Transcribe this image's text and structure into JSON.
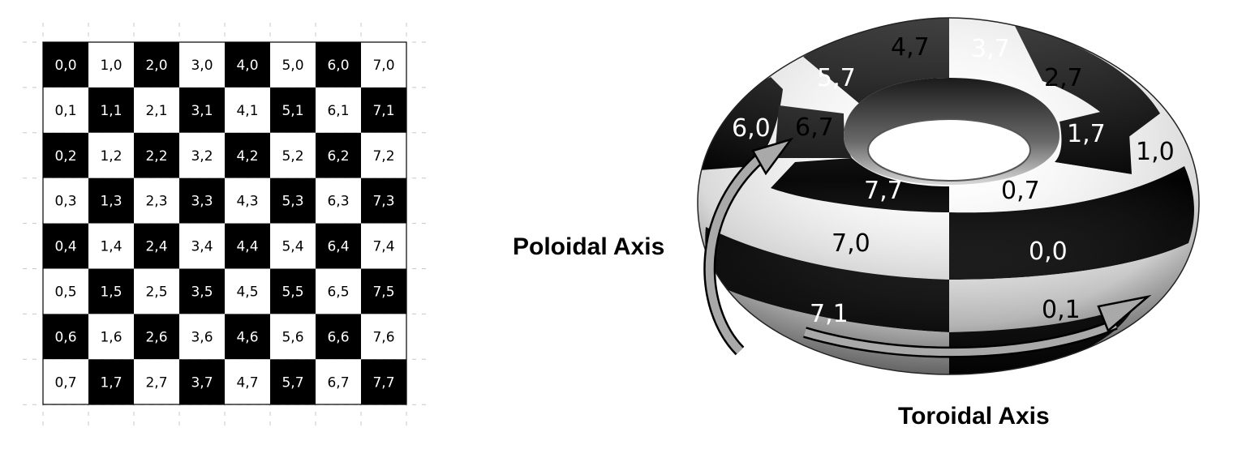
{
  "grid": {
    "columns": 8,
    "rows": 8,
    "dark_color": "#000000",
    "light_color": "#ffffff",
    "cell_labels": [
      [
        "0,0",
        "1,0",
        "2,0",
        "3,0",
        "4,0",
        "5,0",
        "6,0",
        "7,0"
      ],
      [
        "0,1",
        "1,1",
        "2,1",
        "3,1",
        "4,1",
        "5,1",
        "6,1",
        "7,1"
      ],
      [
        "0,2",
        "1,2",
        "2,2",
        "3,2",
        "4,2",
        "5,2",
        "6,2",
        "7,2"
      ],
      [
        "0,3",
        "1,3",
        "2,3",
        "3,3",
        "4,3",
        "5,3",
        "6,3",
        "7,3"
      ],
      [
        "0,4",
        "1,4",
        "2,4",
        "3,4",
        "4,4",
        "5,4",
        "6,4",
        "7,4"
      ],
      [
        "0,5",
        "1,5",
        "2,5",
        "3,5",
        "4,5",
        "5,5",
        "6,5",
        "7,5"
      ],
      [
        "0,6",
        "1,6",
        "2,6",
        "3,6",
        "4,6",
        "5,6",
        "6,6",
        "7,6"
      ],
      [
        "0,7",
        "1,7",
        "2,7",
        "3,7",
        "4,7",
        "5,7",
        "6,7",
        "7,7"
      ]
    ]
  },
  "torus": {
    "labels": {
      "l47": "4,7",
      "l37": "3,7",
      "l57": "5,7",
      "l27": "2,7",
      "l60": "6,0",
      "l67": "6,7",
      "l17": "1,7",
      "l10": "1,0",
      "l77": "7,7",
      "l07": "0,7",
      "l70": "7,0",
      "l00": "0,0",
      "l71": "7,1",
      "l01": "0,1"
    },
    "arrow_color": "#a9a9a9"
  },
  "axes": {
    "poloidal_label": "Poloidal Axis",
    "toroidal_label": "Toroidal Axis"
  }
}
